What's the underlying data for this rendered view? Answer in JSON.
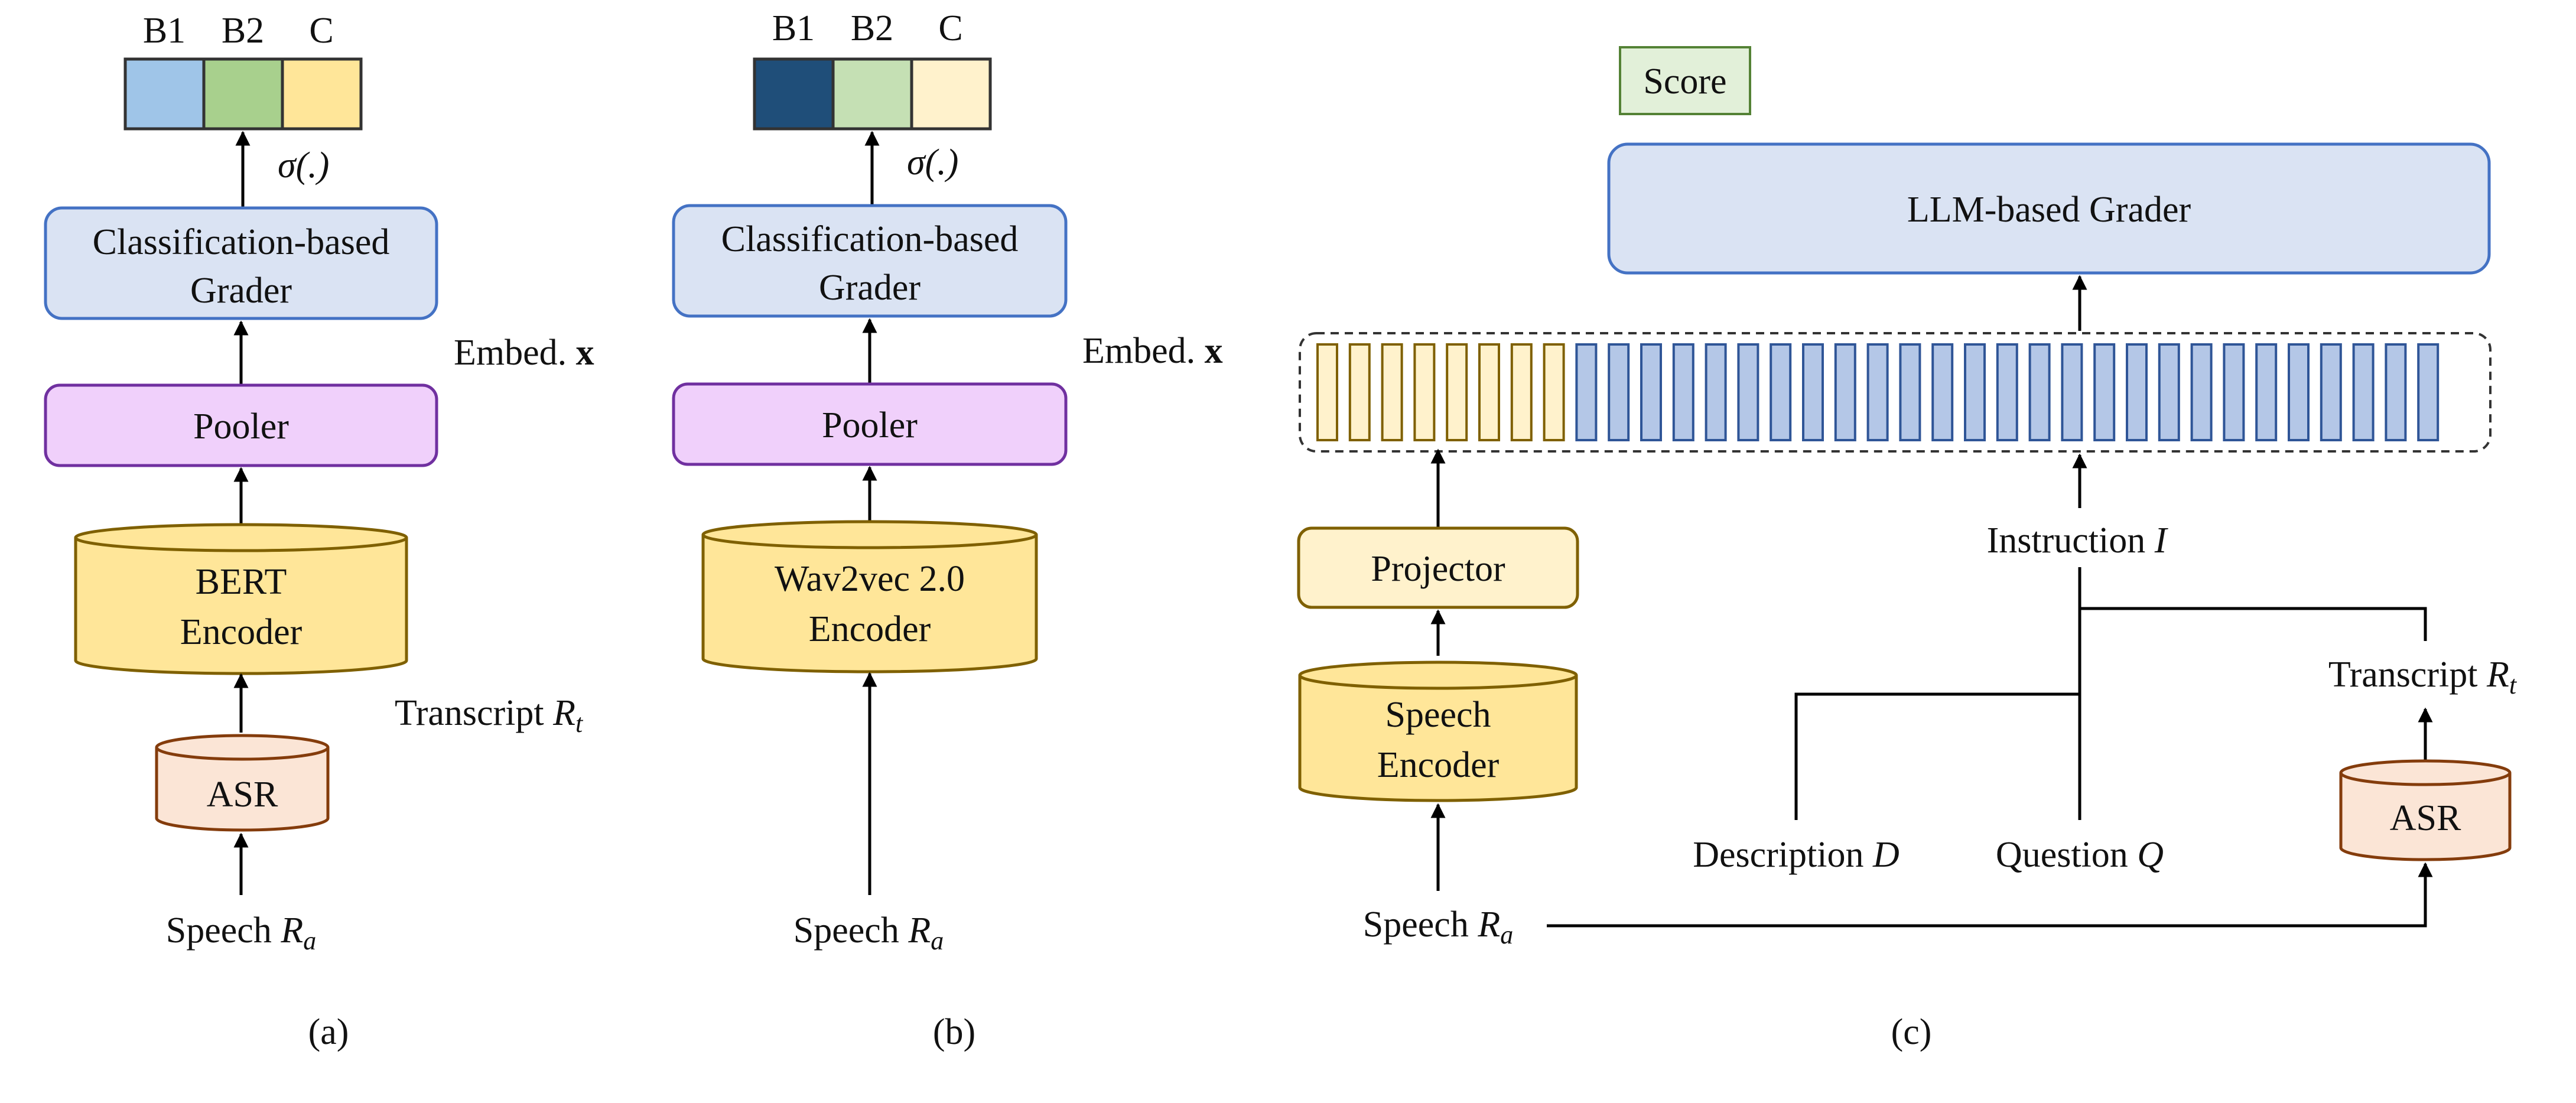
{
  "panel_a": {
    "classes": [
      "B1",
      "B2",
      "C"
    ],
    "class_colors": [
      "#9fc5e8",
      "#a8d08d",
      "#ffe699"
    ],
    "sigma": "σ(.)",
    "grader_line1": "Classification-based",
    "grader_line2": "Grader",
    "embed_prefix": "Embed.",
    "embed_var": "x",
    "pooler": "Pooler",
    "encoder_line1": "BERT",
    "encoder_line2": "Encoder",
    "transcript_prefix": "Transcript",
    "transcript_var": "R",
    "transcript_sub": "t",
    "asr": "ASR",
    "speech_prefix": "Speech",
    "speech_var": "R",
    "speech_sub": "a",
    "caption": "(a)"
  },
  "panel_b": {
    "classes": [
      "B1",
      "B2",
      "C"
    ],
    "class_colors": [
      "#1f4e79",
      "#c5e0b4",
      "#fff2cc"
    ],
    "sigma": "σ(.)",
    "grader_line1": "Classification-based",
    "grader_line2": "Grader",
    "embed_prefix": "Embed.",
    "embed_var": "x",
    "pooler": "Pooler",
    "encoder_line1": "Wav2vec 2.0",
    "encoder_line2": "Encoder",
    "speech_prefix": "Speech",
    "speech_var": "R",
    "speech_sub": "a",
    "caption": "(b)"
  },
  "panel_c": {
    "score": "Score",
    "grader": "LLM-based Grader",
    "projector": "Projector",
    "encoder_line1": "Speech",
    "encoder_line2": "Encoder",
    "instruction_prefix": "Instruction",
    "instruction_var": "I",
    "transcript_prefix": "Transcript",
    "transcript_var": "R",
    "transcript_sub": "t",
    "asr": "ASR",
    "description_prefix": "Description",
    "description_var": "D",
    "question_prefix": "Question",
    "question_var": "Q",
    "speech_prefix": "Speech",
    "speech_var": "R",
    "speech_sub": "a",
    "caption": "(c)"
  },
  "colors": {
    "grader_fill": "#dae3f3",
    "grader_stroke": "#4472c4",
    "pooler_fill": "#f0d0fb",
    "pooler_stroke": "#7030a0",
    "encoder_fill": "#ffe699",
    "encoder_stroke": "#7f6000",
    "asr_fill": "#fbe5d6",
    "asr_stroke": "#843c0c",
    "projector_fill": "#fff2cc",
    "speech_token_fill": "#fff2cc",
    "text_token_fill": "#b4c7e7",
    "score_fill": "#e2f0d9",
    "score_stroke": "#548235"
  }
}
